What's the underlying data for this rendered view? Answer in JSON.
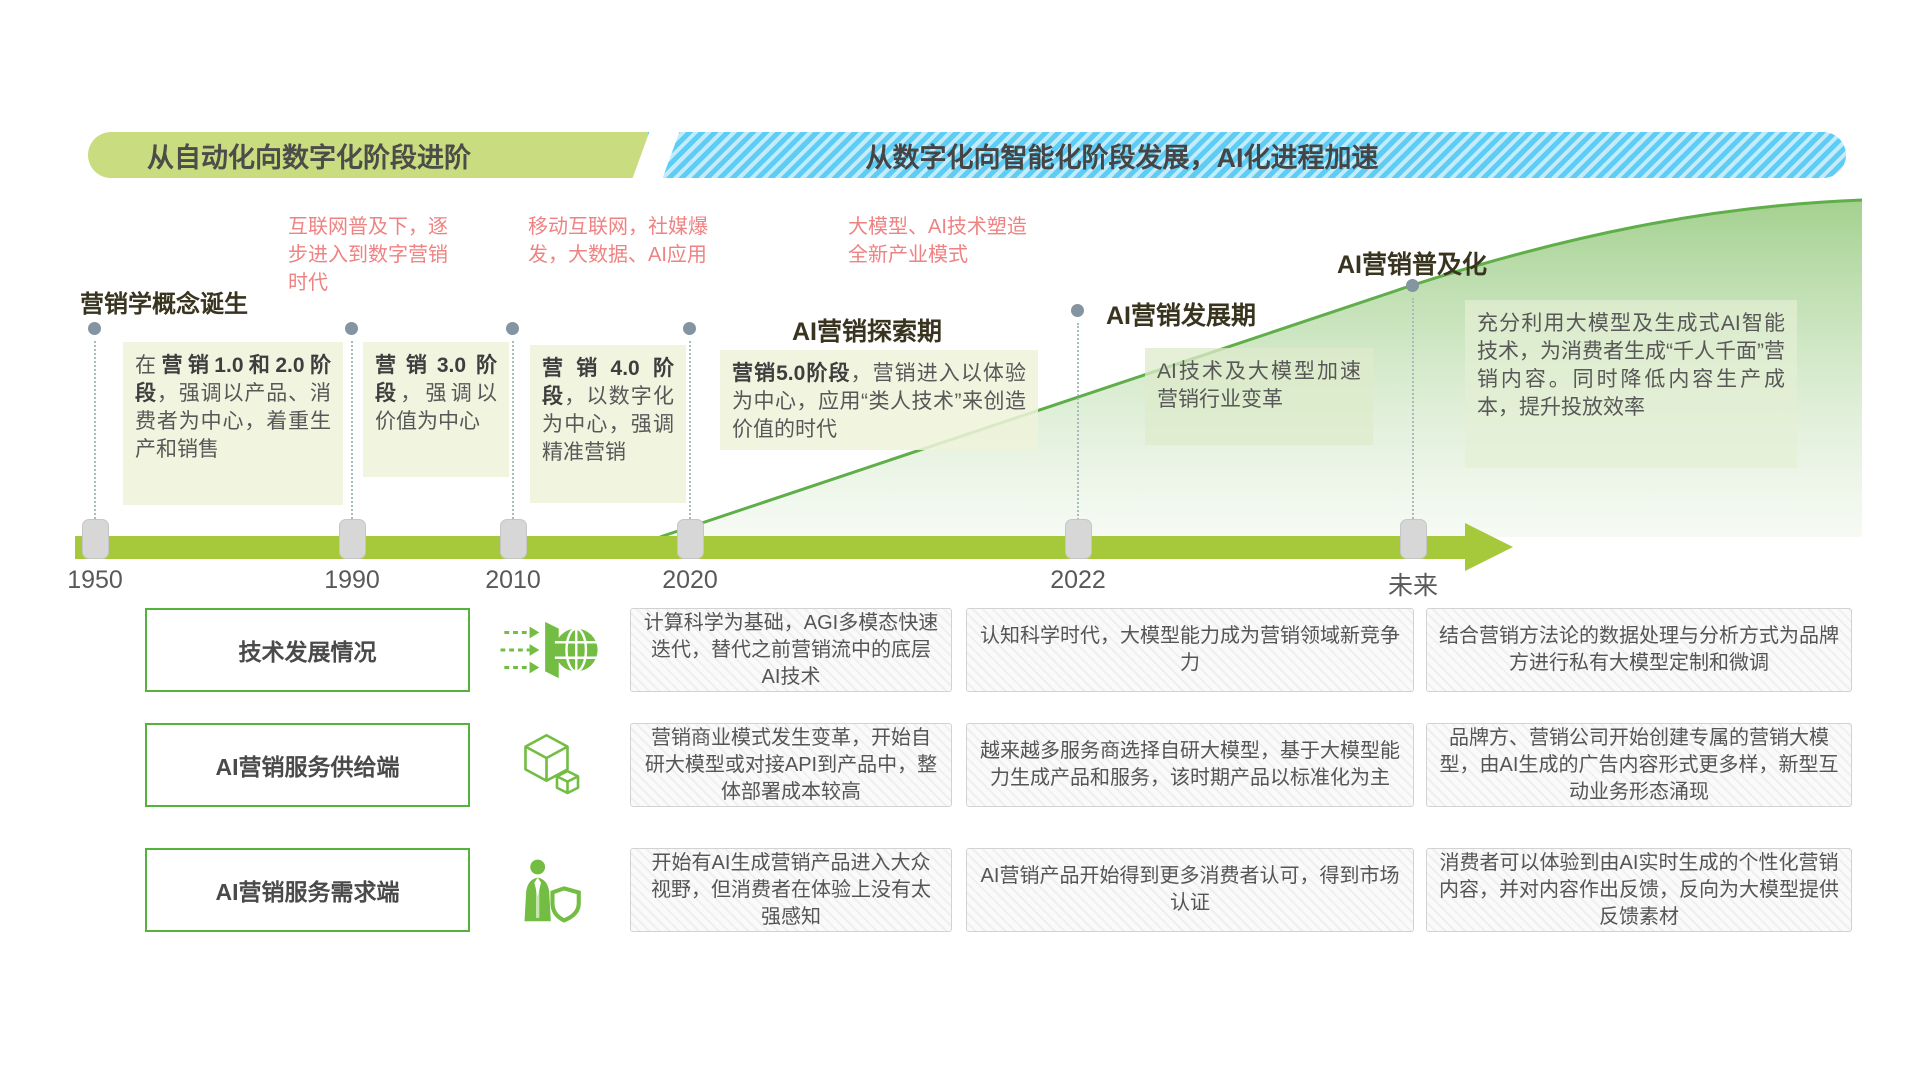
{
  "banners": {
    "left": "从自动化向数字化阶段进阶",
    "right": "从数字化向智能化阶段发展，AI化进程加速"
  },
  "timeline": {
    "years": [
      "1950",
      "1990",
      "2010",
      "2020",
      "2022",
      "未来"
    ],
    "pink_notes": [
      "互联网普及下，逐步进入到数字营销时代",
      "移动互联网，社媒爆发，大数据、AI应用",
      "大模型、AI技术塑造全新产业模式"
    ],
    "milestones": [
      "营销学概念诞生",
      "AI营销探索期",
      "AI营销发展期",
      "AI营销普及化"
    ],
    "era_boxes": [
      {
        "prefix": "在",
        "bold": "营销1.0和2.0阶段",
        "rest": "，强调以产品、消费者为中心，着重生产和销售"
      },
      {
        "prefix": "",
        "bold": "营销3.0阶段",
        "rest": "，强调以价值为中心"
      },
      {
        "prefix": "",
        "bold": "营销4.0阶段",
        "rest": "，以数字化为中心，强调精准营销"
      },
      {
        "prefix": "",
        "bold": "营销5.0阶段",
        "rest": "，营销进入以体验为中心，应用“类人技术”来创造价值的时代"
      },
      {
        "prefix": "",
        "bold": "",
        "rest": "AI技术及大模型加速营销行业变革"
      },
      {
        "prefix": "",
        "bold": "",
        "rest": "充分利用大模型及生成式AI智能技术，为消费者生成“千人千面”营销内容。同时降低内容生产成本，提升投放效率"
      }
    ]
  },
  "matrix": {
    "rows": [
      {
        "label": "技术发展情况",
        "icon": "globe-network-icon",
        "cells": [
          "计算科学为基础，AGI多模态快速迭代，替代之前营销流中的底层AI技术",
          "认知科学时代，大模型能力成为营销领域新竞争力",
          "结合营销方法论的数据处理与分析方式为品牌方进行私有大模型定制和微调"
        ]
      },
      {
        "label": "AI营销服务供给端",
        "icon": "cube-box-icon",
        "cells": [
          "营销商业模式发生变革，开始自研大模型或对接API到产品中，整体部署成本较高",
          "越来越多服务商选择自研大模型，基于大模型能力生成产品和服务，该时期产品以标准化为主",
          "品牌方、营销公司开始创建专属的营销大模型，由AI生成的广告内容形式更多样，新型互动业务形态涌现"
        ]
      },
      {
        "label": "AI营销服务需求端",
        "icon": "person-shield-icon",
        "cells": [
          "开始有AI生成营销产品进入大众视野，但消费者在体验上没有太强感知",
          "AI营销产品开始得到更多消费者认可，得到市场认证",
          "消费者可以体验到由AI实时生成的个性化营销内容，并对内容作出反馈，反向为大模型提供反馈素材"
        ]
      }
    ]
  },
  "colors": {
    "banner_green": "#c9dc80",
    "banner_blue_stripe": "#5ecdf5",
    "timeline_green": "#a6c93c",
    "curve_green": "#5fae49",
    "era_box_bg": "#eff3da",
    "pink_note": "#ef8282",
    "label_border_green": "#55b33b",
    "dot_gray": "#8495a1"
  }
}
